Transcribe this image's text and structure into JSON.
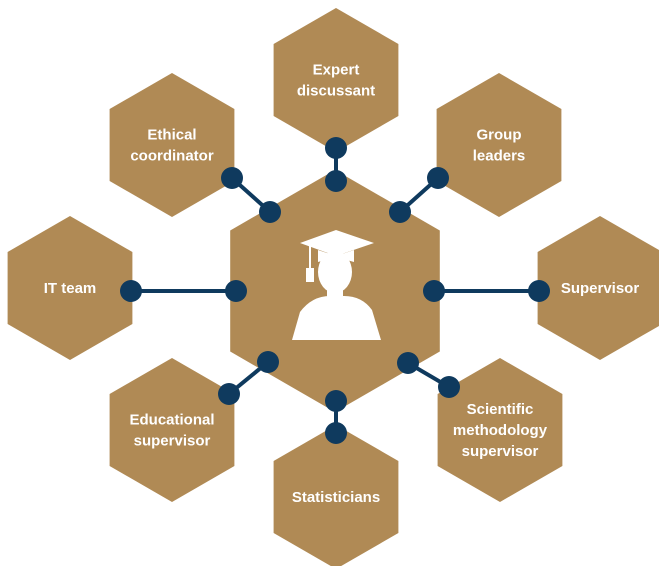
{
  "colors": {
    "hexagon_fill": "#B08A55",
    "connector": "#0F3A5E",
    "label_text": "#FFFFFF",
    "background": "#FFFFFF"
  },
  "center": {
    "icon": "graduate-icon"
  },
  "roles": [
    {
      "id": "expert-discussant",
      "lines": [
        "Expert",
        "discussant"
      ]
    },
    {
      "id": "group-leaders",
      "lines": [
        "Group",
        "leaders"
      ]
    },
    {
      "id": "supervisor",
      "lines": [
        "Supervisor"
      ]
    },
    {
      "id": "scientific-methodology-supervisor",
      "lines": [
        "Scientific",
        "methodology",
        "supervisor"
      ]
    },
    {
      "id": "statisticians",
      "lines": [
        "Statisticians"
      ]
    },
    {
      "id": "educational-supervisor",
      "lines": [
        "Educational",
        "supervisor"
      ]
    },
    {
      "id": "it-team",
      "lines": [
        "IT team"
      ]
    },
    {
      "id": "ethical-coordinator",
      "lines": [
        "Ethical",
        "coordinator"
      ]
    }
  ]
}
